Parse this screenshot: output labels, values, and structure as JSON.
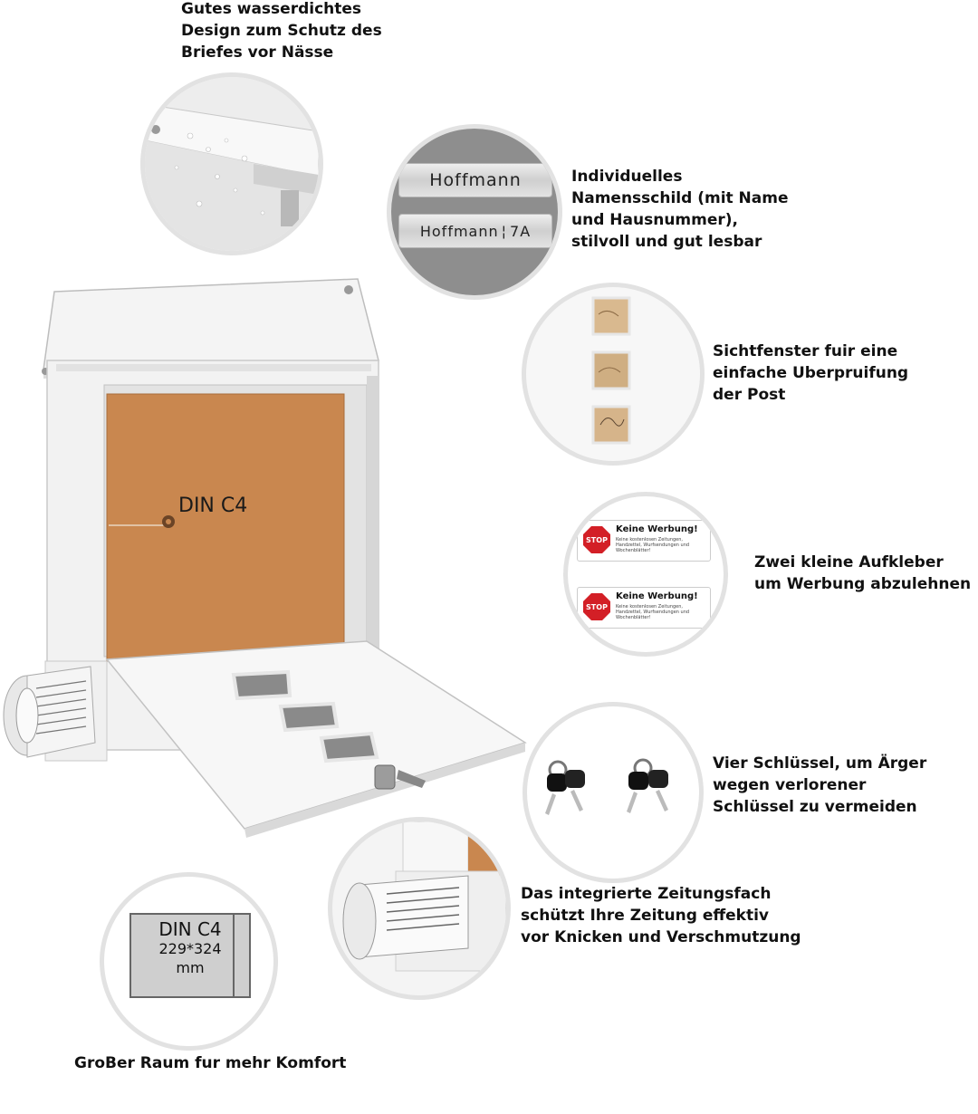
{
  "features": {
    "waterproof": "Gutes wasserdichtes\nDesign zum Schutz des\nBriefes vor Nässe",
    "nameplate": "Individuelles\nNamensschild (mit Name\nund Hausnummer),\nstilvoll und gut lesbar",
    "window": "Sichtfenster fuir eine\neinfache Uberpruifung\nder Post",
    "stickers": "Zwei kleine Aufkleber\num Werbung abzulehnen",
    "keys": "Vier Schlüssel, um Ärger\nwegen verlorener\nSchlüssel zu vermeiden",
    "newspaper": "Das integrierte Zeitungsfach\nschützt Ihre Zeitung effektiv\nvor Knicken und Verschmutzung",
    "space": "GroBer Raum fur mehr Komfort"
  },
  "nameplates": {
    "plate1": "Hoffmann",
    "plate2_name": "Hoffmann",
    "plate2_number": "7A"
  },
  "sticker": {
    "stop": "STOP",
    "title": "Keine Werbung!",
    "text": "Keine kostenlosen Zeitungen, Handzettel, Wurfsendungen und Wochenblätter!"
  },
  "envelope_label": "DIN C4",
  "din_plate": {
    "line1": "DIN C4",
    "line2": "229*324",
    "line3": "mm"
  },
  "colors": {
    "kraft": "#c9874f",
    "mailbox": "#f2f2f2"
  }
}
